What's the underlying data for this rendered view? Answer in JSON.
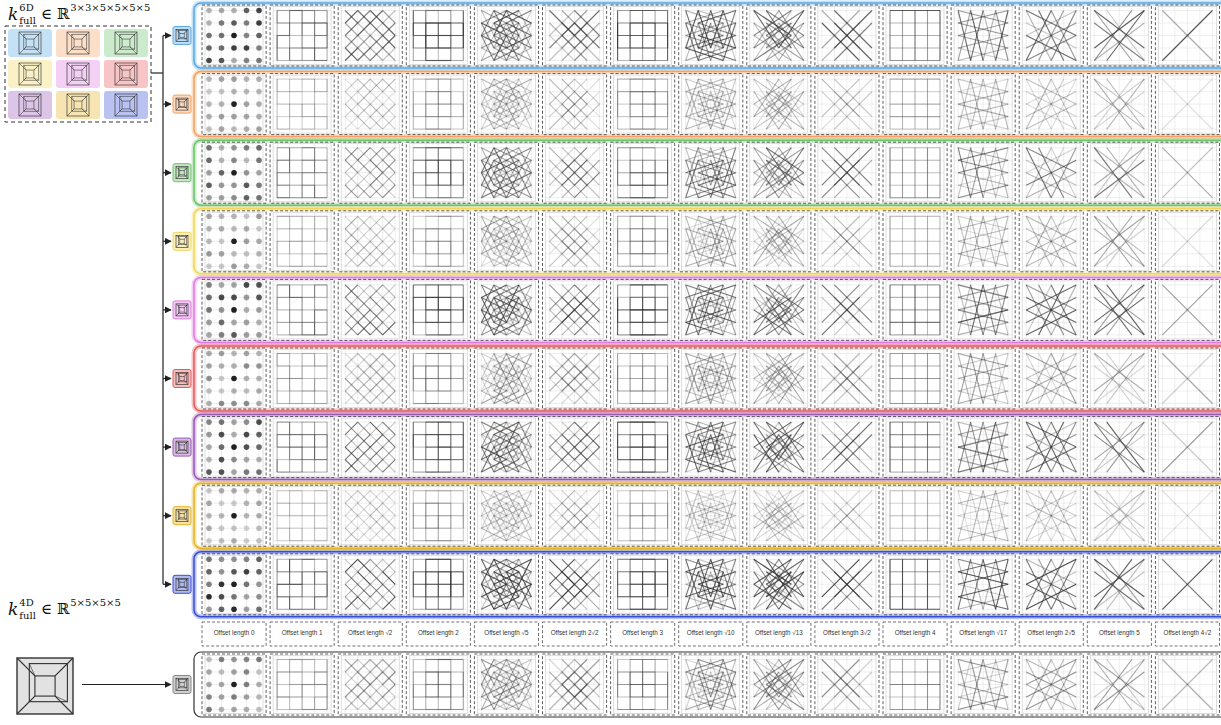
{
  "diagram": {
    "labels": [
      "k",
      "6D",
      "full",
      "∈ ℝ",
      "3×3×5×5×5×5",
      "Offset length 0",
      "Offset length 1",
      "Offset length √2",
      "Offset length 2",
      "Offset length √5",
      "Offset length 2√2",
      "Offset length 3",
      "Offset length √10",
      "Offset length √13",
      "Offset length 3√2",
      "Offset length 4",
      "Offset length √17",
      "Offset length 2√5",
      "Offset length 5",
      "Offset length 4√2",
      "k",
      "4D",
      "full",
      "∈ ℝ",
      "5×5×5×5"
    ]
  }
}
